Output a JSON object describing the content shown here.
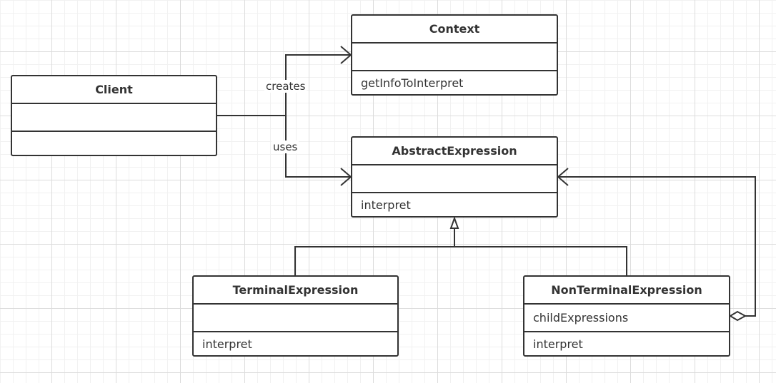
{
  "classes": {
    "context": {
      "name": "Context",
      "attributes": "",
      "operations": "getInfoToInterpret"
    },
    "client": {
      "name": "Client",
      "attributes": "",
      "operations": ""
    },
    "abstract_expression": {
      "name": "AbstractExpression",
      "attributes": "",
      "operations": "interpret"
    },
    "terminal_expression": {
      "name": "TerminalExpression",
      "attributes": "",
      "operations": "interpret"
    },
    "nonterminal_expression": {
      "name": "NonTerminalExpression",
      "attributes": "childExpressions",
      "operations": "interpret"
    }
  },
  "relations": {
    "creates_label": "creates",
    "uses_label": "uses"
  },
  "colors": {
    "line": "#333333",
    "grid": "#dcdcdc",
    "background": "#ffffff"
  }
}
